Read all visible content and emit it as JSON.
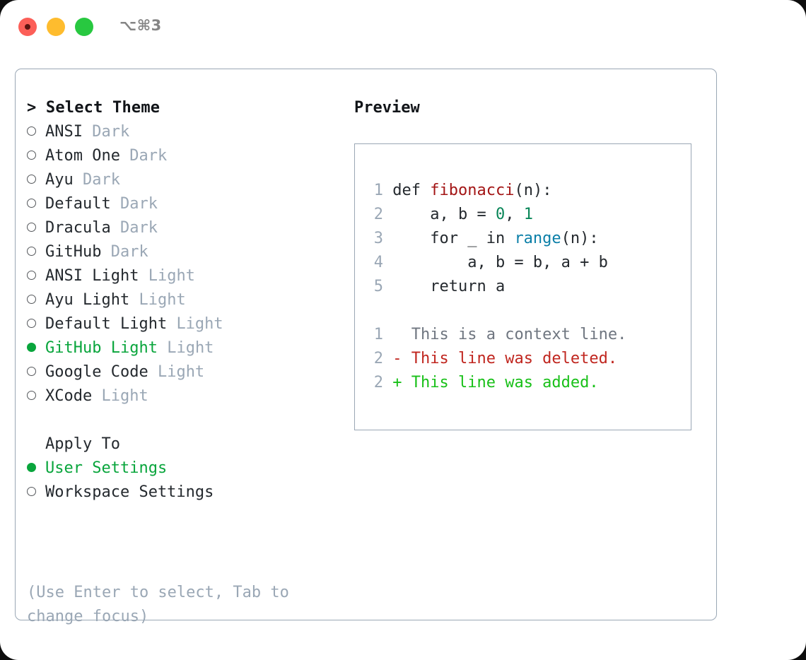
{
  "window": {
    "shortcut_label": "⌥⌘3",
    "traffic_lights": [
      "close-red",
      "minimize-yellow",
      "maximize-green"
    ]
  },
  "theme_selector": {
    "title": "Select Theme",
    "prompt": "> ",
    "unselected_marker": "○",
    "selected_marker": "●",
    "selected_color": "#09a53c",
    "muted_color": "#9aa7b5",
    "items": [
      {
        "name": "ANSI",
        "kind": "Dark",
        "selected": false
      },
      {
        "name": "Atom One",
        "kind": "Dark",
        "selected": false
      },
      {
        "name": "Ayu",
        "kind": "Dark",
        "selected": false
      },
      {
        "name": "Default",
        "kind": "Dark",
        "selected": false
      },
      {
        "name": "Dracula",
        "kind": "Dark",
        "selected": false
      },
      {
        "name": "GitHub",
        "kind": "Dark",
        "selected": false
      },
      {
        "name": "ANSI Light",
        "kind": "Light",
        "selected": false
      },
      {
        "name": "Ayu Light",
        "kind": "Light",
        "selected": false
      },
      {
        "name": "Default Light",
        "kind": "Light",
        "selected": false
      },
      {
        "name": "GitHub Light",
        "kind": "Light",
        "selected": true
      },
      {
        "name": "Google Code",
        "kind": "Light",
        "selected": false
      },
      {
        "name": "XCode",
        "kind": "Light",
        "selected": false
      }
    ]
  },
  "apply_to": {
    "title": "Apply To",
    "items": [
      {
        "name": "User Settings",
        "selected": true
      },
      {
        "name": "Workspace Settings",
        "selected": false
      }
    ]
  },
  "hint": {
    "line1": "(Use Enter to select, Tab to",
    "line2": "change focus)"
  },
  "preview": {
    "title": "Preview",
    "code_block": [
      {
        "lineno": "1",
        "tokens": [
          {
            "text": "def ",
            "style": "plain"
          },
          {
            "text": "fibonacci",
            "style": "fn"
          },
          {
            "text": "(n):",
            "style": "plain"
          }
        ]
      },
      {
        "lineno": "2",
        "tokens": [
          {
            "text": "    a, b = ",
            "style": "plain"
          },
          {
            "text": "0",
            "style": "num"
          },
          {
            "text": ", ",
            "style": "plain"
          },
          {
            "text": "1",
            "style": "num"
          }
        ]
      },
      {
        "lineno": "3",
        "tokens": [
          {
            "text": "    for _ in ",
            "style": "plain"
          },
          {
            "text": "range",
            "style": "call"
          },
          {
            "text": "(n):",
            "style": "plain"
          }
        ]
      },
      {
        "lineno": "4",
        "tokens": [
          {
            "text": "        a, b = b, a + b",
            "style": "plain"
          }
        ]
      },
      {
        "lineno": "5",
        "tokens": [
          {
            "text": "    return a",
            "style": "plain"
          }
        ]
      }
    ],
    "diff_block": [
      {
        "lineno": "1",
        "sign": "  ",
        "text": "This is a context line.",
        "kind": "context"
      },
      {
        "lineno": "2",
        "sign": "- ",
        "text": "This line was deleted.",
        "kind": "deleted"
      },
      {
        "lineno": "2",
        "sign": "+ ",
        "text": "This line was added.",
        "kind": "added"
      }
    ],
    "colors": {
      "function": "#a31515",
      "number": "#098658",
      "builtin": "#0b7fa8",
      "diff_context": "#6f7680",
      "diff_deleted": "#c0261f",
      "diff_added": "#18c018",
      "line_number": "#9aa7b5"
    }
  }
}
